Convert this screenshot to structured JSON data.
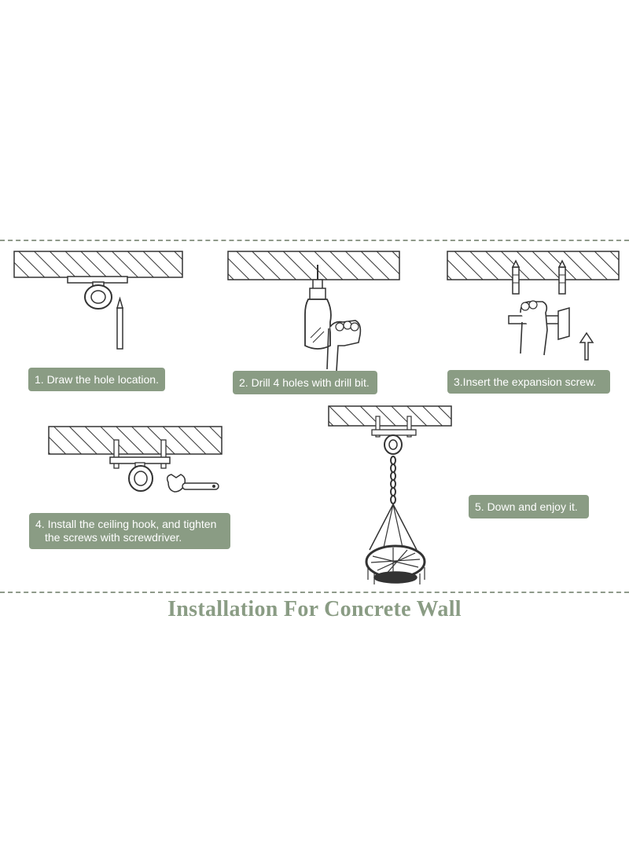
{
  "steps": [
    {
      "label": "1. Draw the hole location."
    },
    {
      "label": "2. Drill 4 holes with drill bit."
    },
    {
      "label": "3.Insert the expansion screw."
    },
    {
      "label_line1": "4. Install the ceiling hook, and tighten",
      "label_line2": "the screws with screwdriver."
    },
    {
      "label": "5. Down and enjoy it."
    }
  ],
  "title": "Installation For Concrete Wall",
  "colors": {
    "accent": "#8a9c84",
    "line": "#333333",
    "dash": "#8f9a8a"
  },
  "icons": [
    "ceiling-hatch",
    "ceiling-hook-plate",
    "pencil-icon",
    "drill-icon",
    "hand-icon",
    "expansion-screw-icon",
    "arrow-up-icon",
    "wrench-icon",
    "chain-icon",
    "hanging-chair-icon"
  ]
}
